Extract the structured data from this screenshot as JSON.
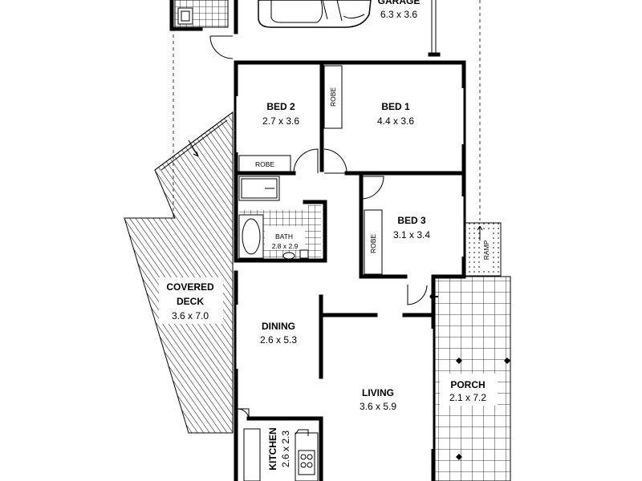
{
  "rooms": {
    "garage": {
      "name": "GARAGE",
      "dims": "6.3 x 3.6"
    },
    "bed2": {
      "name": "BED 2",
      "dims": "2.7 x 3.6"
    },
    "bed1": {
      "name": "BED 1",
      "dims": "4.4 x 3.6"
    },
    "bed3": {
      "name": "BED 3",
      "dims": "3.1 x 3.4"
    },
    "bath": {
      "name": "BATH",
      "dims": "2.8 x 2.9"
    },
    "deck": {
      "name_line1": "COVERED",
      "name_line2": "DECK",
      "dims": "3.6 x 7.0"
    },
    "dining": {
      "name": "DINING",
      "dims": "2.6 x 5.3"
    },
    "living": {
      "name": "LIVING",
      "dims": "3.6 x 5.9"
    },
    "porch": {
      "name": "PORCH",
      "dims": "2.1 x 7.2"
    },
    "kitchen": {
      "name": "KITCHEN",
      "dims": "2.6 x 2.3"
    }
  },
  "labels": {
    "robe_bed2": "ROBE",
    "robe_bed1": "ROBE",
    "robe_bed3": "ROBE",
    "ramp": "RAMP"
  }
}
